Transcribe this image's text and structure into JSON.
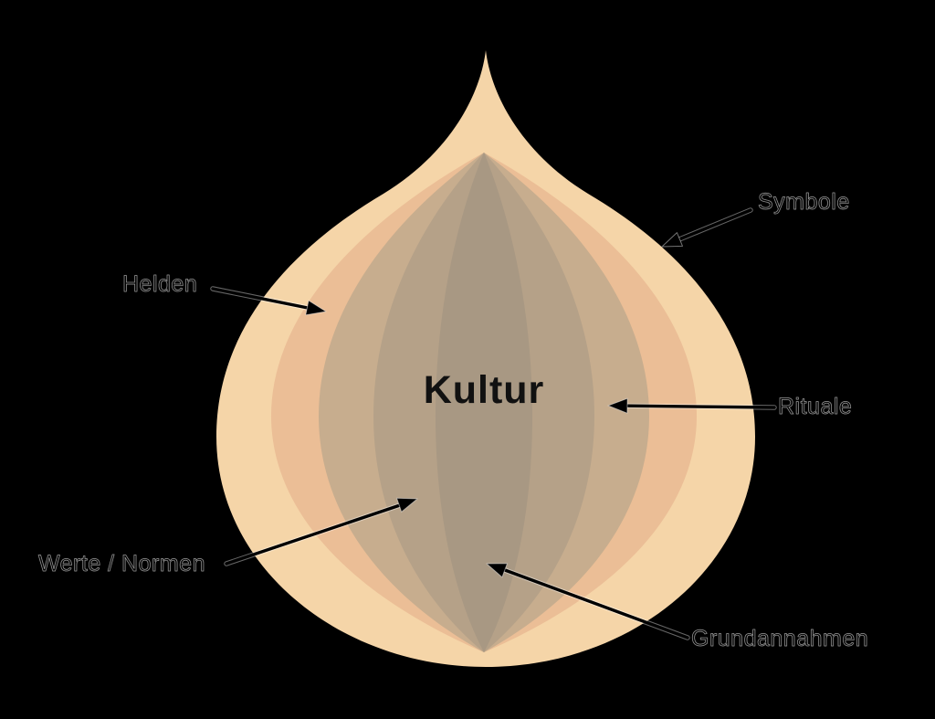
{
  "page": {
    "background_color": "#000000",
    "text_color": "#000000",
    "arrow_color": "#000000"
  },
  "diagram": {
    "type": "onion-model-of-culture",
    "center_label": "Kultur",
    "layers": [
      {
        "label": "Symbole",
        "color": "#F5D5A8"
      },
      {
        "label": "Helden",
        "color": "#EBBE96"
      },
      {
        "label": "Rituale",
        "color": "#C7AD8E"
      },
      {
        "label": "Werte / Normen",
        "color": "#B5A188"
      },
      {
        "label": "Grundannahmen",
        "color": "#A89883"
      }
    ]
  }
}
